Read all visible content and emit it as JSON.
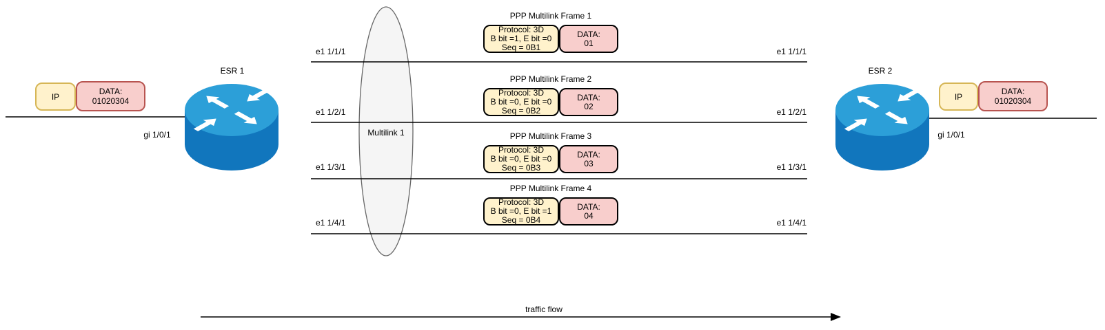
{
  "endpoints": {
    "left": {
      "ip_label": "IP",
      "data_label": "DATA:",
      "data_value": "01020304",
      "interface_label": "gi 1/0/1"
    },
    "right": {
      "ip_label": "IP",
      "data_label": "DATA:",
      "data_value": "01020304",
      "interface_label": "gi 1/0/1"
    }
  },
  "routers": [
    {
      "name": "ESR 1"
    },
    {
      "name": "ESR 2"
    }
  ],
  "multilink": {
    "label": "Multilink 1"
  },
  "links": [
    {
      "left_label": "e1 1/1/1",
      "right_label": "e1 1/1/1"
    },
    {
      "left_label": "e1 1/2/1",
      "right_label": "e1 1/2/1"
    },
    {
      "left_label": "e1 1/3/1",
      "right_label": "e1 1/3/1"
    },
    {
      "left_label": "e1 1/4/1",
      "right_label": "e1 1/4/1"
    }
  ],
  "frames": [
    {
      "title": "PPP Multilink Frame 1",
      "header": [
        "Protocol: 3D",
        "B bit =1, E bit =0",
        "Seq = 0B1"
      ],
      "data_label": "DATA:",
      "data_value": "01"
    },
    {
      "title": "PPP Multilink Frame 2",
      "header": [
        "Protocol: 3D",
        "B bit =0, E bit =0",
        "Seq = 0B2"
      ],
      "data_label": "DATA:",
      "data_value": "02"
    },
    {
      "title": "PPP Multilink Frame 3",
      "header": [
        "Protocol: 3D",
        "B bit =0, E bit =0",
        "Seq = 0B3"
      ],
      "data_label": "DATA:",
      "data_value": "03"
    },
    {
      "title": "PPP Multilink Frame 4",
      "header": [
        "Protocol: 3D",
        "B bit =0, E bit =1",
        "Seq = 0B4"
      ],
      "data_label": "DATA:",
      "data_value": "04"
    }
  ],
  "traffic_flow_label": "traffic flow",
  "colors": {
    "header_box_fill": "#FFF2CC",
    "header_box_border": "#D6B656",
    "data_box_fill": "#F8CECC",
    "data_box_border": "#B85450",
    "multilink_fill": "#F5F5F5",
    "multilink_border": "#666666",
    "router_top": "#2C9FD8",
    "router_body": "#1176BD",
    "line": "#000000"
  }
}
